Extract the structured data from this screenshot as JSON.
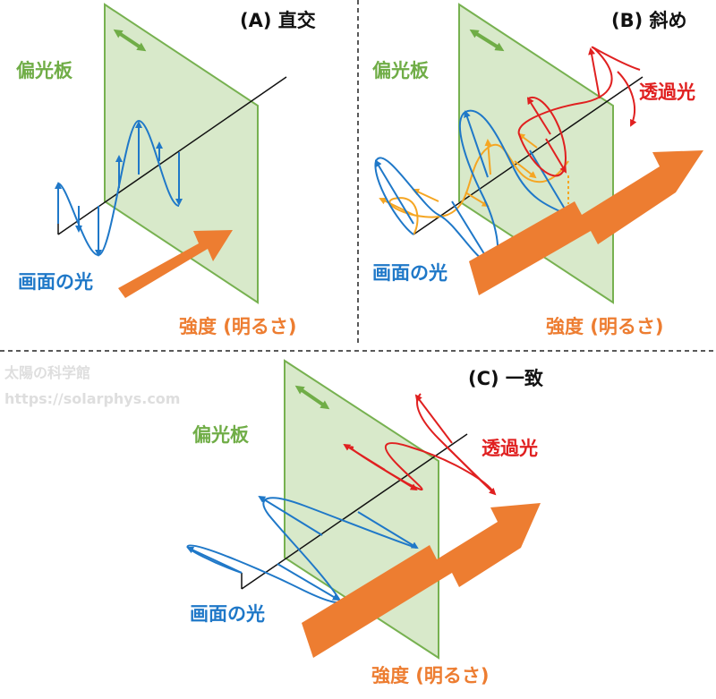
{
  "panels": {
    "a": {
      "title": "(A) 直交",
      "polarizer": "偏光板",
      "screen_light": "画面の光",
      "intensity": "強度 (明るさ)"
    },
    "b": {
      "title": "(B) 斜め",
      "polarizer": "偏光板",
      "screen_light": "画面の光",
      "intensity": "強度 (明るさ)",
      "transmitted": "透過光"
    },
    "c": {
      "title": "(C) 一致",
      "polarizer": "偏光板",
      "screen_light": "画面の光",
      "intensity": "強度 (明るさ)",
      "transmitted": "透過光"
    }
  },
  "watermark": {
    "line1": "太陽の科学館",
    "line2": "https://solarphys.com"
  },
  "colors": {
    "polarizer_fill": "#d6e8c8",
    "polarizer_stroke": "#70ad47",
    "blue": "#1f78c8",
    "orange": "#ed7d31",
    "amber": "#f5a623",
    "red": "#e02020"
  }
}
